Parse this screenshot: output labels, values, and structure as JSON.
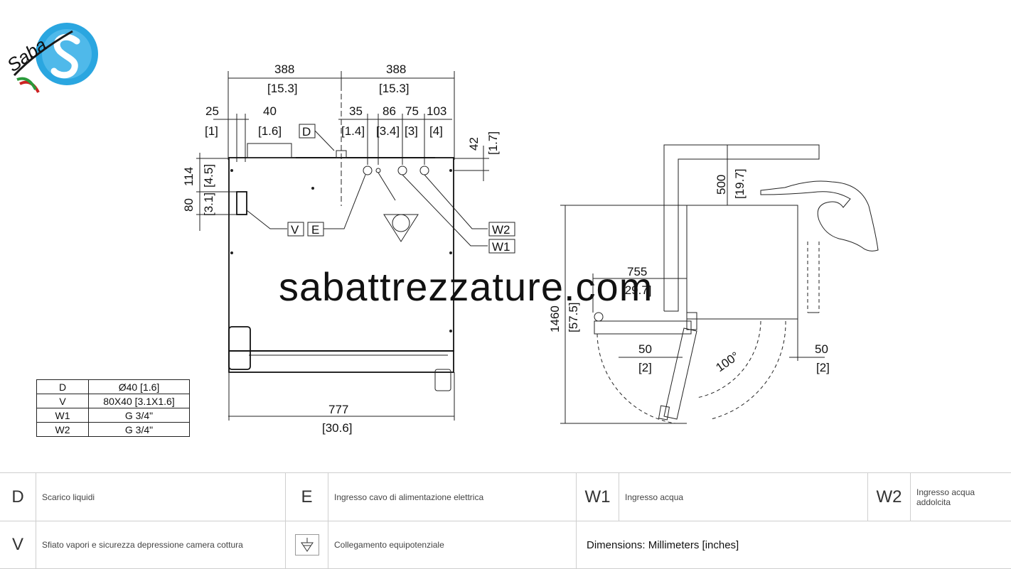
{
  "logo": {
    "text": "Saba"
  },
  "watermark": "sabattrezzature.com",
  "front_view": {
    "dims": {
      "top_left": "388",
      "top_left_in": "[15.3]",
      "top_right": "388",
      "top_right_in": "[15.3]",
      "d25": "25",
      "d25_in": "[1]",
      "d40": "40",
      "d40_in": "[1.6]",
      "d35": "35",
      "d35_in": "[1.4]",
      "d86": "86",
      "d86_in": "[3.4]",
      "d75": "75",
      "d75_in": "[3]",
      "d103": "103",
      "d103_in": "[4]",
      "d42": "42",
      "d42_in": "[1.7]",
      "d114": "114",
      "d114_in": "[4.5]",
      "d80": "80",
      "d80_in": "[3.1]",
      "width": "777",
      "width_in": "[30.6]"
    },
    "labels": {
      "d": "D",
      "v": "V",
      "e": "E",
      "w1": "W1",
      "w2": "W2"
    }
  },
  "top_view": {
    "dims": {
      "d500": "500",
      "d500_in": "[19.7]",
      "d755": "755",
      "d755_in": "[29.7]",
      "d1460": "1460",
      "d1460_in": "[57.5]",
      "d50a": "50",
      "d50a_in": "[2]",
      "d50b": "50",
      "d50b_in": "[2]",
      "angle": "100°"
    }
  },
  "spec_table": [
    {
      "key": "D",
      "value": "Ø40 [1.6]"
    },
    {
      "key": "V",
      "value": "80X40 [3.1X1.6]"
    },
    {
      "key": "W1",
      "value": "G 3/4\""
    },
    {
      "key": "W2",
      "value": "G 3/4\""
    }
  ],
  "legend": {
    "row1": [
      {
        "code": "D",
        "desc": "Scarico liquidi"
      },
      {
        "code": "E",
        "desc": "Ingresso cavo di alimentazione elettrica"
      },
      {
        "code": "W1",
        "desc": "Ingresso acqua"
      },
      {
        "code": "W2",
        "desc": "Ingresso acqua addolcita"
      }
    ],
    "row2": [
      {
        "code": "V",
        "desc": "Sfiato vapori e sicurezza depressione camera cottura"
      },
      {
        "code": "",
        "desc": "Collegamento equipotenziale"
      }
    ],
    "dimensions_note": "Dimensions: Millimeters [inches]"
  }
}
